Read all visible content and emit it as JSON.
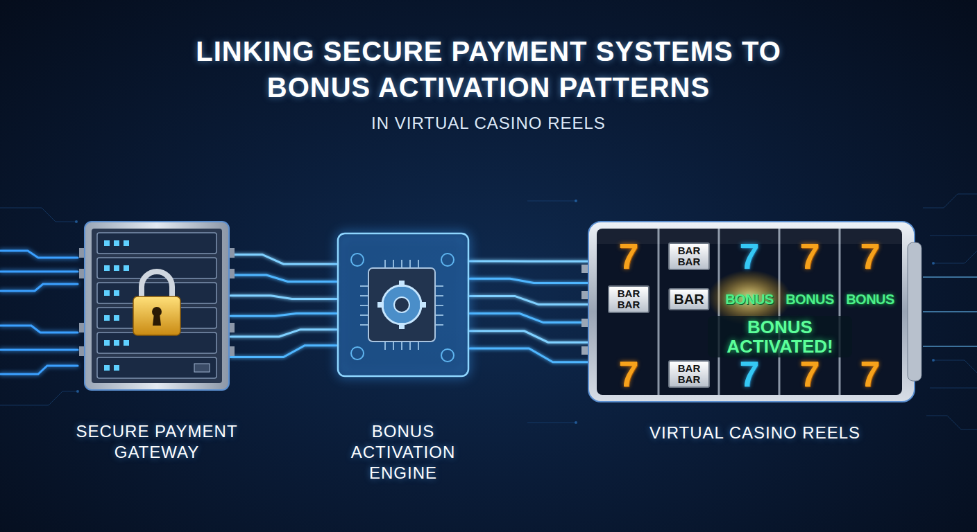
{
  "diagram": {
    "title": "LINKING SECURE PAYMENT SYSTEMS TO BONUS ACTIVATION PATTERNS",
    "nodes": [
      {
        "text": [
          "SECURE PAYMENT GATEWAY"
        ]
      },
      {
        "text": [
          "BONUS ACTIVATION ENGINE"
        ]
      },
      {
        "text": [
          "VIRTUAL CASINO REELS"
        ]
      }
    ],
    "edges": [
      {
        "from": 0,
        "to": 1,
        "arrow": "none"
      },
      {
        "from": 1,
        "to": 2,
        "arrow": "none"
      }
    ],
    "labels": [
      "IN VIRTUAL CASINO REELS",
      "7",
      "BAR BAR",
      "7",
      "7",
      "7",
      "BAR BAR",
      "BAR",
      "BONUS",
      "BONUS",
      "BONUS",
      "BONUS ACTIVATED!",
      "7",
      "BAR BAR",
      "7",
      "7",
      "7"
    ]
  }
}
